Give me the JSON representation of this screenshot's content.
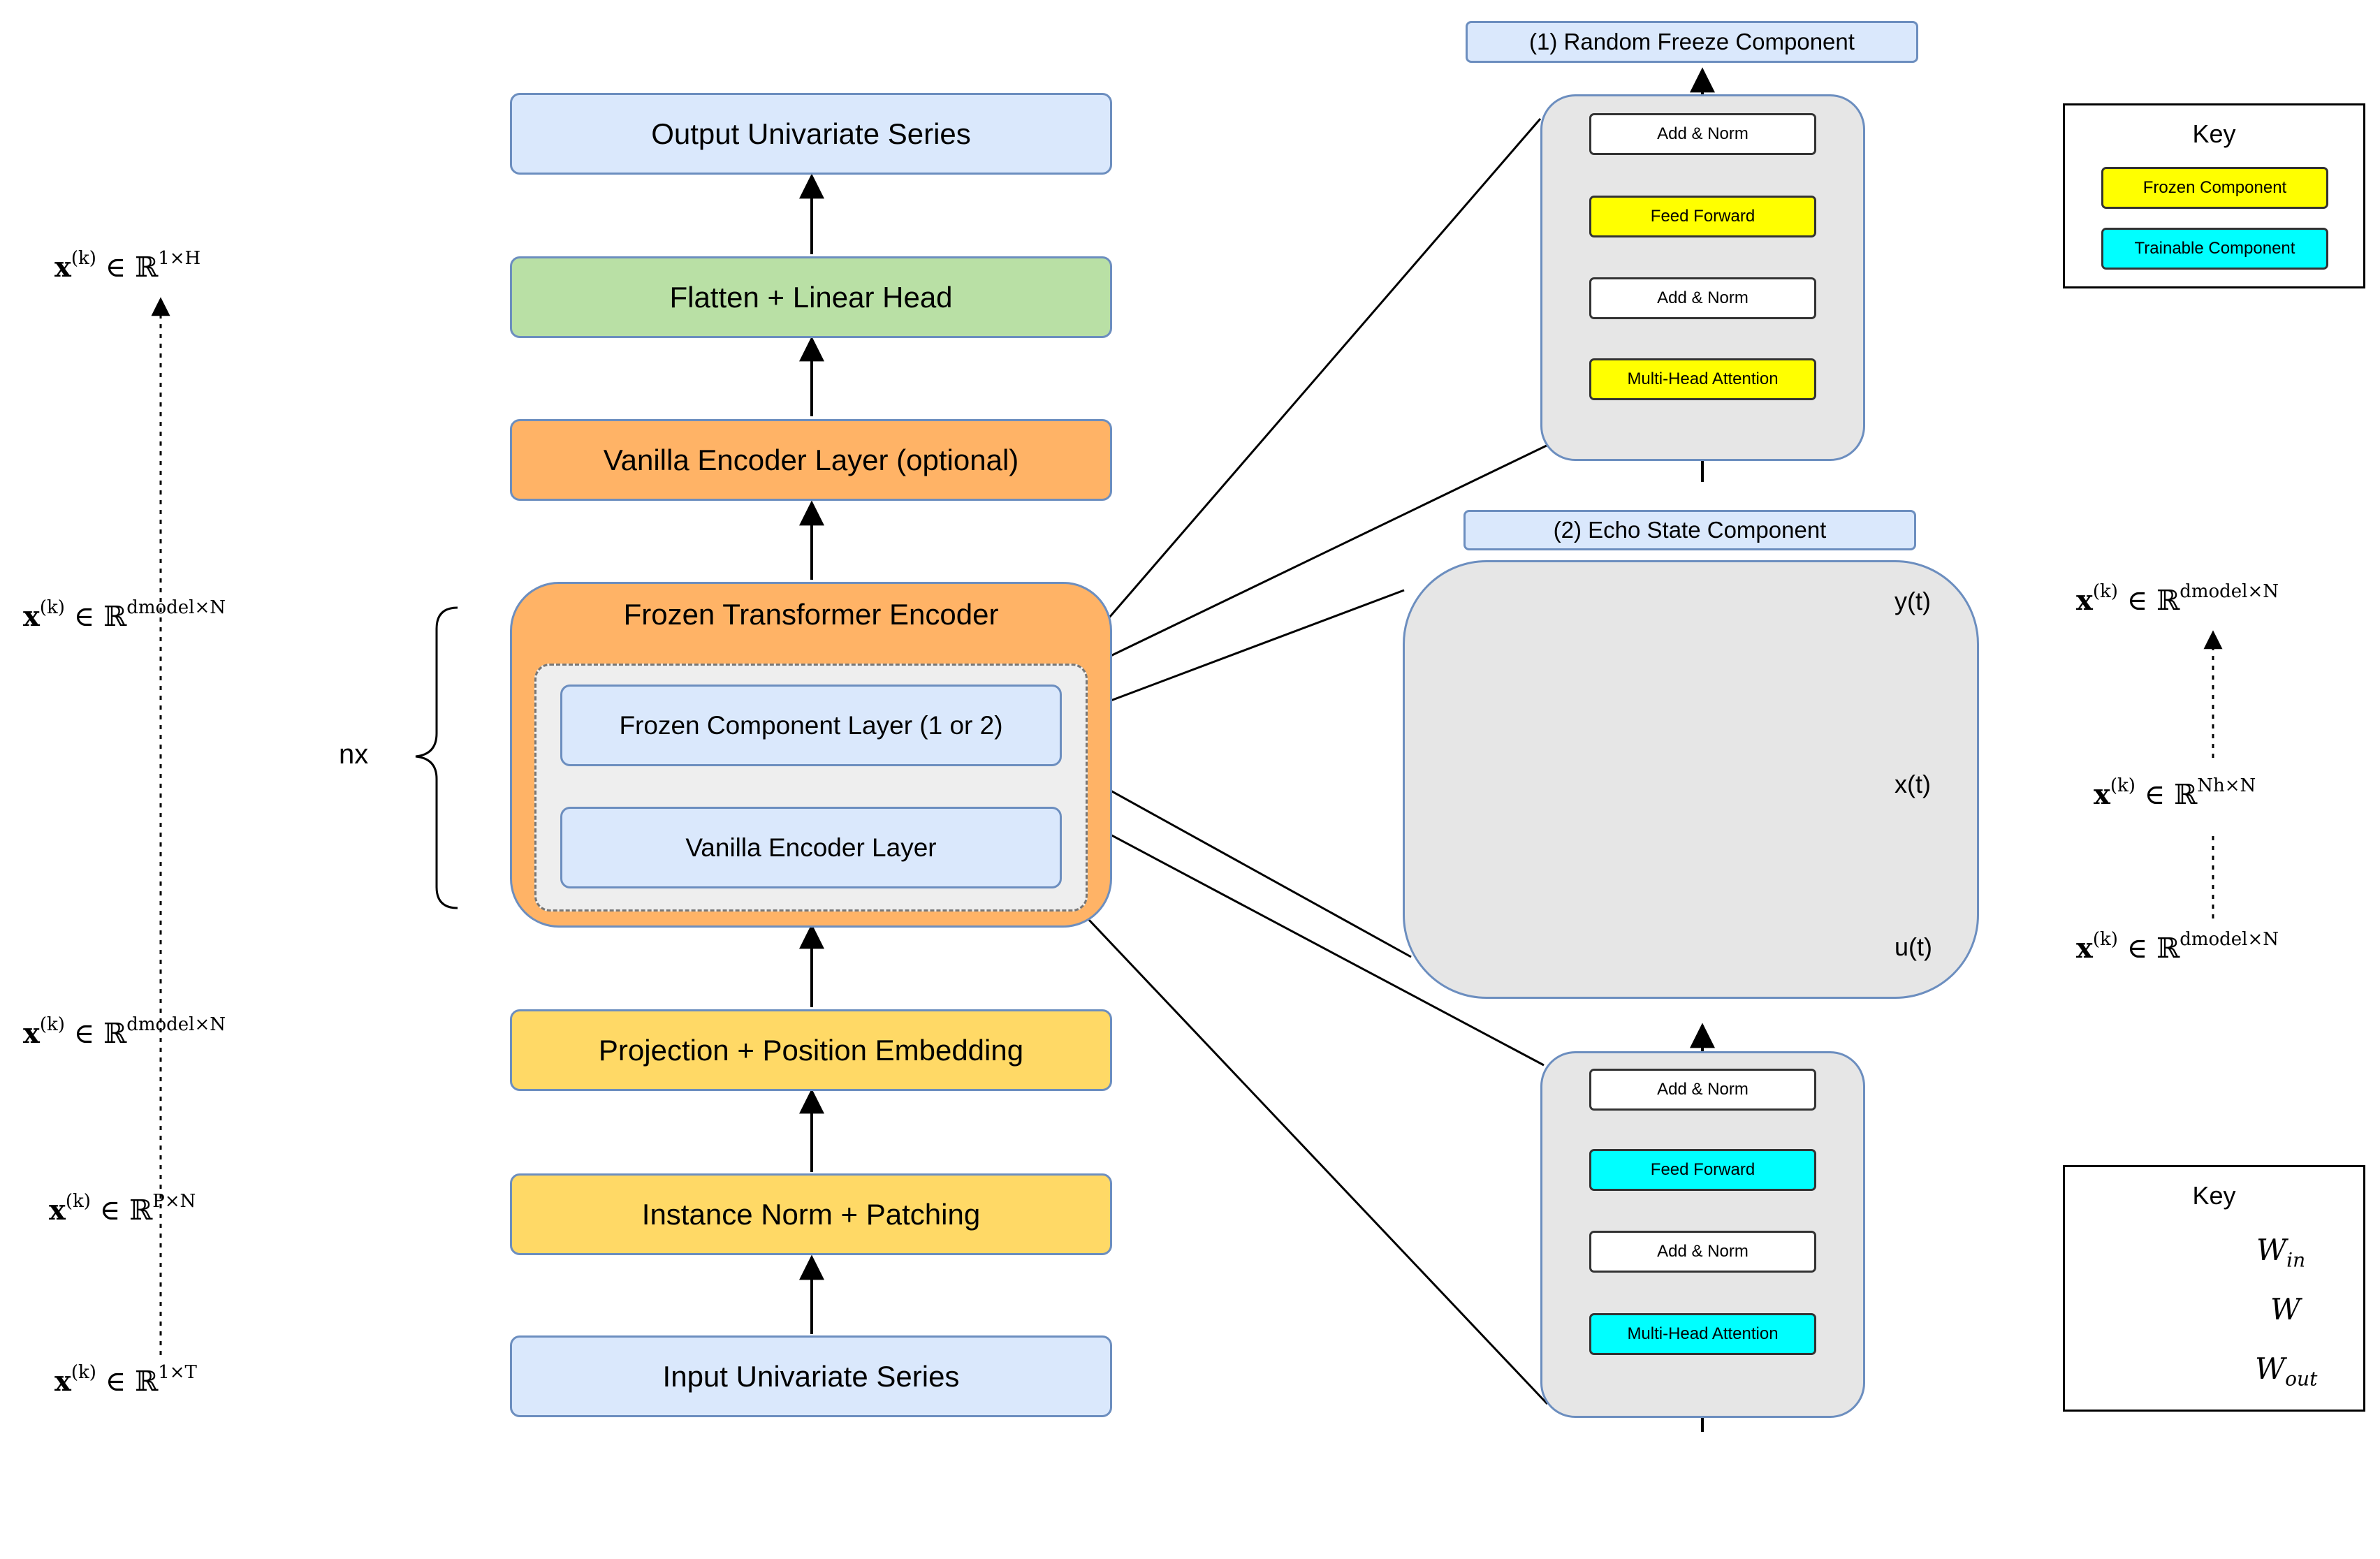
{
  "main_stack": {
    "output": "Output Univariate Series",
    "flatten": "Flatten + Linear Head",
    "vanilla_optional": "Vanilla Encoder Layer (optional)",
    "frozen_encoder_title": "Frozen Transformer Encoder",
    "frozen_component_layer": "Frozen Component Layer (1 or 2)",
    "vanilla_layer": "Vanilla Encoder Layer",
    "projection": "Projection + Position Embedding",
    "instance_norm": "Instance Norm + Patching",
    "input": "Input Univariate Series",
    "repeat_label": "nx"
  },
  "left_shapes": {
    "s1": {
      "base": "x",
      "sup": "(k)",
      "set": "ℝ",
      "dim": "1×H"
    },
    "s2": {
      "base": "x",
      "sup": "(k)",
      "set": "ℝ",
      "dim": "dmodel×N"
    },
    "s3": {
      "base": "x",
      "sup": "(k)",
      "set": "ℝ",
      "dim": "dmodel×N"
    },
    "s4": {
      "base": "x",
      "sup": "(k)",
      "set": "ℝ",
      "dim": "P×N"
    },
    "s5": {
      "base": "x",
      "sup": "(k)",
      "set": "ℝ",
      "dim": "1×T"
    }
  },
  "right_shapes": {
    "r1": {
      "base": "x",
      "sup": "(k)",
      "set": "ℝ",
      "dim": "dmodel×N"
    },
    "r2": {
      "base": "x",
      "sup": "(k)",
      "set": "ℝ",
      "dim": "Nh×N"
    },
    "r3": {
      "base": "x",
      "sup": "(k)",
      "set": "ℝ",
      "dim": "dmodel×N"
    }
  },
  "random_freeze": {
    "header": "(1) Random Freeze Component",
    "add_norm_top": "Add & Norm",
    "feed_forward": "Feed Forward",
    "add_norm_bottom": "Add & Norm",
    "attention": "Multi-Head Attention"
  },
  "echo_state": {
    "header": "(2) Echo State Component",
    "y_label": "y(t)",
    "x_label": "x(t)",
    "u_label": "u(t)"
  },
  "trainable_block": {
    "add_norm_top": "Add & Norm",
    "feed_forward": "Feed Forward",
    "add_norm_bottom": "Add & Norm",
    "attention": "Multi-Head Attention"
  },
  "key1": {
    "title": "Key",
    "frozen": "Frozen Component",
    "trainable": "Trainable Component"
  },
  "key2": {
    "title": "Key",
    "w_in": "W",
    "w_in_sub": "in",
    "w": "W",
    "w_out": "W",
    "w_out_sub": "out"
  },
  "colors": {
    "w_in": "#0000dd",
    "w": "#66ee55",
    "w_out": "#ee0000",
    "frozen": "#ffff00",
    "trainable": "#00ffff"
  }
}
